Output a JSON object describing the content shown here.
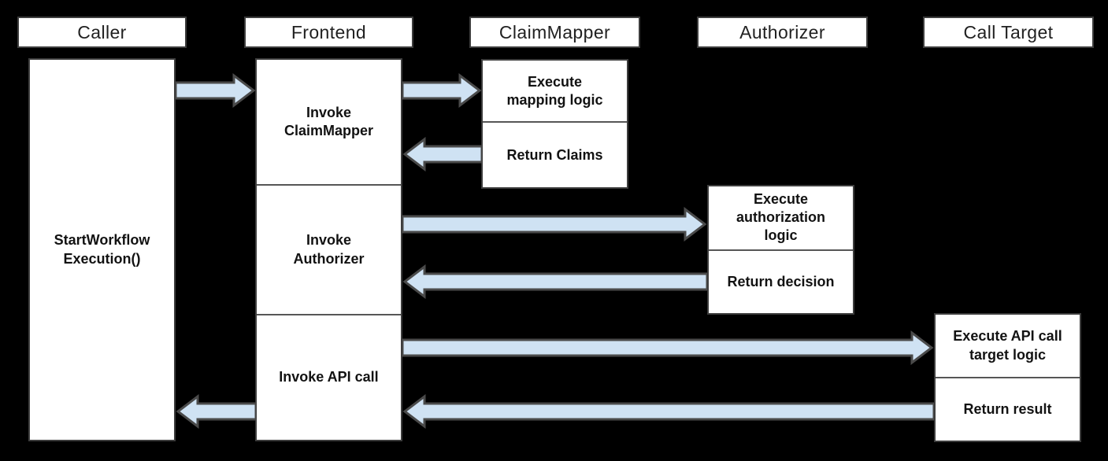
{
  "colors": {
    "background": "#000000",
    "box_fill": "#ffffff",
    "box_border": "#3d3d3d",
    "divider": "#565656",
    "arrow_fill": "#cfe2f3",
    "arrow_stroke": "#4a4a4a",
    "header_text": "#212121",
    "body_text": "#121212"
  },
  "lifelines": [
    {
      "label": "Caller"
    },
    {
      "label": "Frontend"
    },
    {
      "label": "ClaimMapper"
    },
    {
      "label": "Authorizer"
    },
    {
      "label": "Call Target"
    }
  ],
  "activations": {
    "caller": {
      "sections": [
        "StartWorkflow\nExecution()"
      ]
    },
    "frontend": {
      "sections": [
        "Invoke\nClaimMapper",
        "Invoke\nAuthorizer",
        "Invoke API call"
      ]
    },
    "claimmapper": {
      "sections": [
        "Execute\nmapping logic",
        "Return Claims"
      ]
    },
    "authorizer": {
      "sections": [
        "Execute\nauthorization\nlogic",
        "Return decision"
      ]
    },
    "calltarget": {
      "sections": [
        "Execute API call\ntarget logic",
        "Return result"
      ]
    }
  },
  "messages": [
    {
      "from": "Caller",
      "to": "Frontend"
    },
    {
      "from": "Frontend",
      "to": "ClaimMapper"
    },
    {
      "from": "ClaimMapper",
      "to": "Frontend"
    },
    {
      "from": "Frontend",
      "to": "Authorizer"
    },
    {
      "from": "Authorizer",
      "to": "Frontend"
    },
    {
      "from": "Frontend",
      "to": "Call Target"
    },
    {
      "from": "Call Target",
      "to": "Frontend"
    },
    {
      "from": "Frontend",
      "to": "Caller"
    }
  ]
}
